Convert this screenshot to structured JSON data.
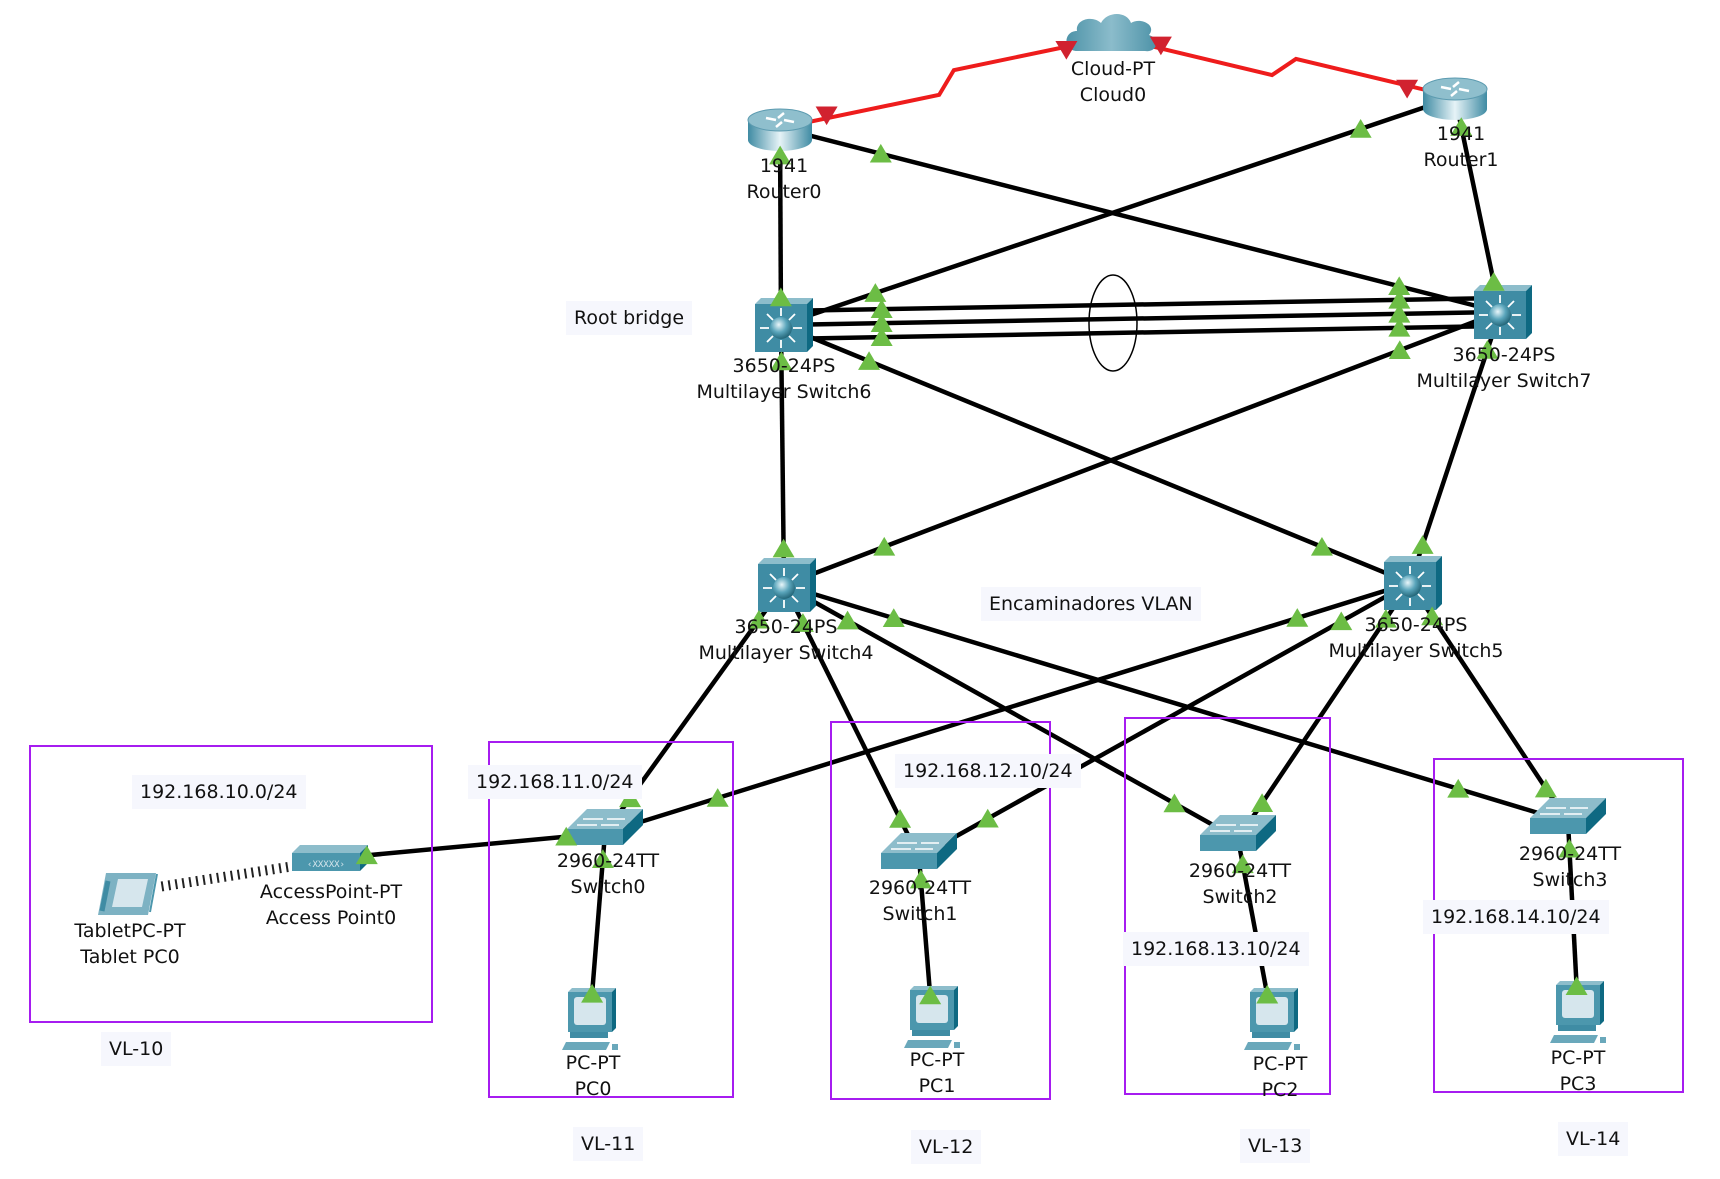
{
  "colors": {
    "link": "#000000",
    "serial_link": "#ee1c1c",
    "link_up": "#6cbd45",
    "link_down": "#d1222f",
    "area_border": "#a61cf0",
    "note_bg": "#f6f7fd",
    "device": "#4d96ad"
  },
  "devices": [
    {
      "id": "cloud0",
      "type": "cloud",
      "model": "Cloud-PT",
      "name": "Cloud0"
    },
    {
      "id": "router0",
      "type": "router",
      "model": "1941",
      "name": "Router0"
    },
    {
      "id": "router1",
      "type": "router",
      "model": "1941",
      "name": "Router1"
    },
    {
      "id": "mls6",
      "type": "multilayer-switch",
      "model": "3650-24PS",
      "name": "Multilayer Switch6"
    },
    {
      "id": "mls7",
      "type": "multilayer-switch",
      "model": "3650-24PS",
      "name": "Multilayer Switch7"
    },
    {
      "id": "mls4",
      "type": "multilayer-switch",
      "model": "3650-24PS",
      "name": "Multilayer Switch4"
    },
    {
      "id": "mls5",
      "type": "multilayer-switch",
      "model": "3650-24PS",
      "name": "Multilayer Switch5"
    },
    {
      "id": "sw0",
      "type": "switch",
      "model": "2960-24TT",
      "name": "Switch0"
    },
    {
      "id": "sw1",
      "type": "switch",
      "model": "2960-24TT",
      "name": "Switch1"
    },
    {
      "id": "sw2",
      "type": "switch",
      "model": "2960-24TT",
      "name": "Switch2"
    },
    {
      "id": "sw3",
      "type": "switch",
      "model": "2960-24TT",
      "name": "Switch3"
    },
    {
      "id": "pc0",
      "type": "pc",
      "model": "PC-PT",
      "name": "PC0"
    },
    {
      "id": "pc1",
      "type": "pc",
      "model": "PC-PT",
      "name": "PC1"
    },
    {
      "id": "pc2",
      "type": "pc",
      "model": "PC-PT",
      "name": "PC2"
    },
    {
      "id": "pc3",
      "type": "pc",
      "model": "PC-PT",
      "name": "PC3"
    },
    {
      "id": "ap0",
      "type": "access-point",
      "model": "AccessPoint-PT",
      "name": "Access Point0"
    },
    {
      "id": "tablet0",
      "type": "tablet",
      "model": "TabletPC-PT",
      "name": "Tablet PC0"
    }
  ],
  "links": [
    {
      "from": "router0",
      "to": "cloud0",
      "kind": "serial",
      "status": "down"
    },
    {
      "from": "router1",
      "to": "cloud0",
      "kind": "serial",
      "status": "down"
    },
    {
      "from": "router0",
      "to": "mls6",
      "kind": "copper",
      "status": "up"
    },
    {
      "from": "router0",
      "to": "mls7",
      "kind": "copper",
      "status": "up"
    },
    {
      "from": "router1",
      "to": "mls6",
      "kind": "copper",
      "status": "up"
    },
    {
      "from": "router1",
      "to": "mls7",
      "kind": "copper",
      "status": "up"
    },
    {
      "from": "mls6",
      "to": "mls7",
      "kind": "copper",
      "status": "up",
      "bundle": 1
    },
    {
      "from": "mls6",
      "to": "mls7",
      "kind": "copper",
      "status": "up",
      "bundle": 2
    },
    {
      "from": "mls6",
      "to": "mls7",
      "kind": "copper",
      "status": "up",
      "bundle": 3
    },
    {
      "from": "mls6",
      "to": "mls4",
      "kind": "copper",
      "status": "up"
    },
    {
      "from": "mls6",
      "to": "mls5",
      "kind": "copper",
      "status": "up"
    },
    {
      "from": "mls7",
      "to": "mls4",
      "kind": "copper",
      "status": "up"
    },
    {
      "from": "mls7",
      "to": "mls5",
      "kind": "copper",
      "status": "up"
    },
    {
      "from": "mls4",
      "to": "sw0",
      "kind": "copper",
      "status": "up"
    },
    {
      "from": "mls4",
      "to": "sw1",
      "kind": "copper",
      "status": "up"
    },
    {
      "from": "mls4",
      "to": "sw2",
      "kind": "copper",
      "status": "up"
    },
    {
      "from": "mls4",
      "to": "sw3",
      "kind": "copper",
      "status": "up"
    },
    {
      "from": "mls5",
      "to": "sw0",
      "kind": "copper",
      "status": "up"
    },
    {
      "from": "mls5",
      "to": "sw1",
      "kind": "copper",
      "status": "up"
    },
    {
      "from": "mls5",
      "to": "sw2",
      "kind": "copper",
      "status": "up"
    },
    {
      "from": "mls5",
      "to": "sw3",
      "kind": "copper",
      "status": "up"
    },
    {
      "from": "sw0",
      "to": "ap0",
      "kind": "copper",
      "status": "up"
    },
    {
      "from": "sw0",
      "to": "pc0",
      "kind": "copper",
      "status": "up"
    },
    {
      "from": "sw1",
      "to": "pc1",
      "kind": "copper",
      "status": "up"
    },
    {
      "from": "sw2",
      "to": "pc2",
      "kind": "copper",
      "status": "up"
    },
    {
      "from": "sw3",
      "to": "pc3",
      "kind": "copper",
      "status": "up"
    },
    {
      "from": "ap0",
      "to": "tablet0",
      "kind": "wireless",
      "status": "up"
    }
  ],
  "notes": {
    "root_bridge": "Root bridge",
    "vlan_routers": "Encaminadores VLAN",
    "net10": "192.168.10.0/24",
    "net11": "192.168.11.0/24",
    "net12": "192.168.12.10/24",
    "net13": "192.168.13.10/24",
    "net14": "192.168.14.10/24",
    "vl10": "VL-10",
    "vl11": "VL-11",
    "vl12": "VL-12",
    "vl13": "VL-13",
    "vl14": "VL-14"
  }
}
